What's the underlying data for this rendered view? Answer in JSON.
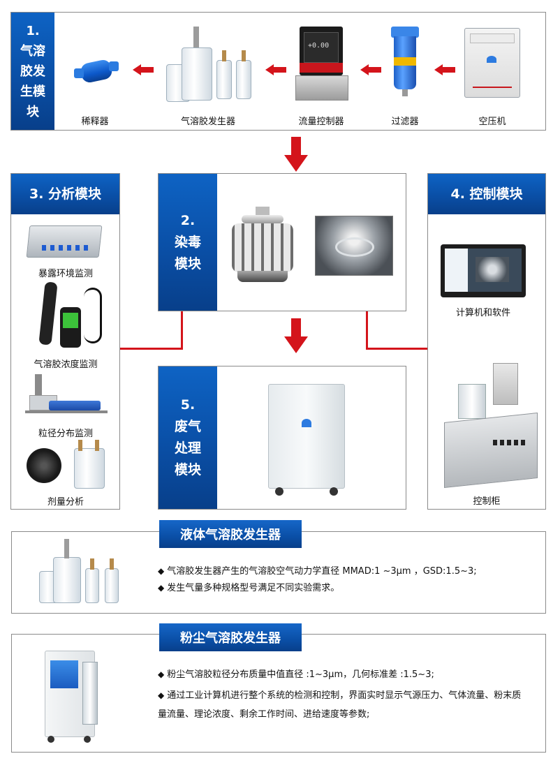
{
  "module1": {
    "title_lines": [
      "1.",
      "气溶",
      "胶发",
      "生模",
      "块"
    ],
    "items": [
      {
        "label": "稀释器"
      },
      {
        "label": "气溶胶发生器"
      },
      {
        "label": "流量控制器"
      },
      {
        "label": "过滤器"
      },
      {
        "label": "空压机"
      }
    ],
    "display_text": "+0.00"
  },
  "module2": {
    "title_lines": [
      "2.",
      "染毒",
      "模块"
    ]
  },
  "module3": {
    "title": "3. 分析模块",
    "items": [
      {
        "label": "暴露环境监测"
      },
      {
        "label": "气溶胶浓度监测"
      },
      {
        "label": "粒径分布监测"
      },
      {
        "label": "剂量分析"
      }
    ]
  },
  "module4": {
    "title": "4. 控制模块",
    "items": [
      {
        "label": "计算机和软件"
      },
      {
        "label": "控制柜"
      }
    ]
  },
  "module5": {
    "title_lines": [
      "5.",
      "废气",
      "处理",
      "模块"
    ]
  },
  "liquid": {
    "title": "液体气溶胶发生器",
    "bullets": [
      "气溶胶发生器产生的气溶胶空气动力学直径 MMAD:1 ~3μm ，GSD:1.5~3;",
      "发生气量多种规格型号满足不同实验需求。"
    ]
  },
  "dust": {
    "title": "粉尘气溶胶发生器",
    "bullets": [
      "粉尘气溶胶粒径分布质量中值直径 :1~3μm，几何标准差 :1.5~3;",
      "通过工业计算机进行整个系统的检测和控制，界面实时显示气源压力、气体流量、粉末质量流量、理论浓度、剩余工作时间、进给速度等参数;"
    ]
  },
  "colors": {
    "accent_blue": "#0a4fa6",
    "arrow_red": "#d4141b"
  }
}
